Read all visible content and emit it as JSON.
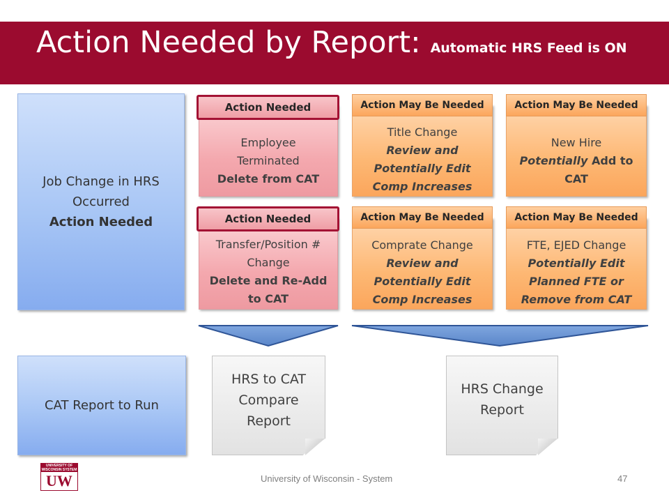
{
  "title": {
    "main": "Action Needed by Report:",
    "sub": "Automatic HRS Feed is ON"
  },
  "left_boxes": {
    "job_change": {
      "line1": "Job Change in HRS",
      "line2": "Occurred",
      "line3": "Action Needed"
    },
    "cat_report": "CAT Report to Run"
  },
  "cards": {
    "employee_terminated": {
      "tag": "Action Needed",
      "line1": "Employee",
      "line2": "Terminated",
      "line3": "Delete from CAT"
    },
    "transfer": {
      "tag": "Action Needed",
      "line1": "Transfer/Position #",
      "line2": "Change",
      "line3": "Delete and Re-Add",
      "line4": "to CAT"
    },
    "title_change": {
      "tag": "Action May Be Needed",
      "line1": "Title Change",
      "line2": "Review and",
      "line3": "Potentially Edit",
      "line4": "Comp Increases"
    },
    "comprate_change": {
      "tag": "Action May Be Needed",
      "line1": "Comprate Change",
      "line2": "Review and",
      "line3": "Potentially Edit",
      "line4": "Comp Increases"
    },
    "new_hire": {
      "tag": "Action May Be Needed",
      "line1": "New Hire",
      "line2_italic": "Potentially",
      "line2_bold": " Add to",
      "line3": "CAT"
    },
    "fte_change": {
      "tag": "Action May Be Needed",
      "line1": "FTE, EJED Change",
      "line2": "Potentially Edit",
      "line3": "Planned FTE or",
      "line4": "Remove from CAT"
    }
  },
  "reports": {
    "hrs_to_cat": {
      "line1": "HRS to CAT",
      "line2": "Compare",
      "line3": "Report"
    },
    "hrs_change": {
      "line1": "HRS Change",
      "line2": "Report"
    }
  },
  "footer": {
    "logo_top": "UNIVERSITY OF WISCONSIN SYSTEM",
    "logo_mark": "UW",
    "org": "University of Wisconsin - System",
    "page": "47"
  },
  "colors": {
    "brand": "#9b0b2f",
    "action_needed": "#f4a8ae",
    "action_may_be_needed": "#fdb874",
    "category": "#a8c6f5",
    "report": "#e2e2e2"
  }
}
